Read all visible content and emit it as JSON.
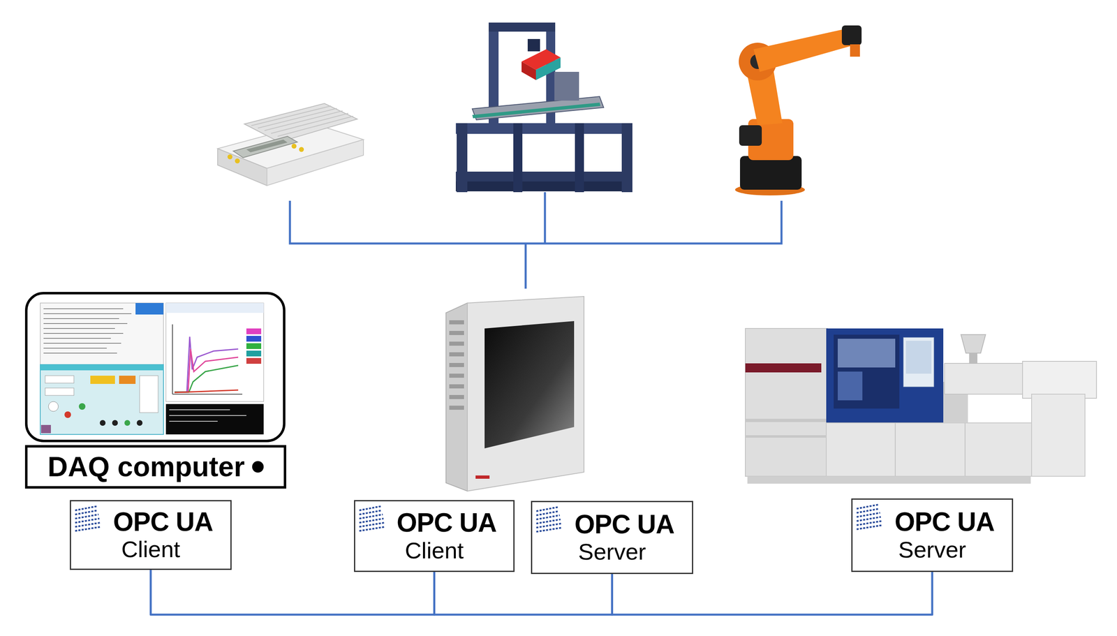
{
  "diagram": {
    "nodes": [
      {
        "text": [
          "DAQ computer"
        ]
      },
      {
        "text": [
          "OPC UA",
          "Client"
        ]
      },
      {
        "text": [
          "OPC UA",
          "Client"
        ]
      },
      {
        "text": [
          "OPC UA",
          "Server"
        ]
      },
      {
        "text": [
          "OPC UA",
          "Server"
        ]
      }
    ],
    "edges": [
      {
        "from": 1,
        "to": 2,
        "arrow": "none"
      },
      {
        "from": 2,
        "to": 3,
        "arrow": "none"
      },
      {
        "from": 3,
        "to": 4,
        "arrow": "none"
      }
    ]
  }
}
